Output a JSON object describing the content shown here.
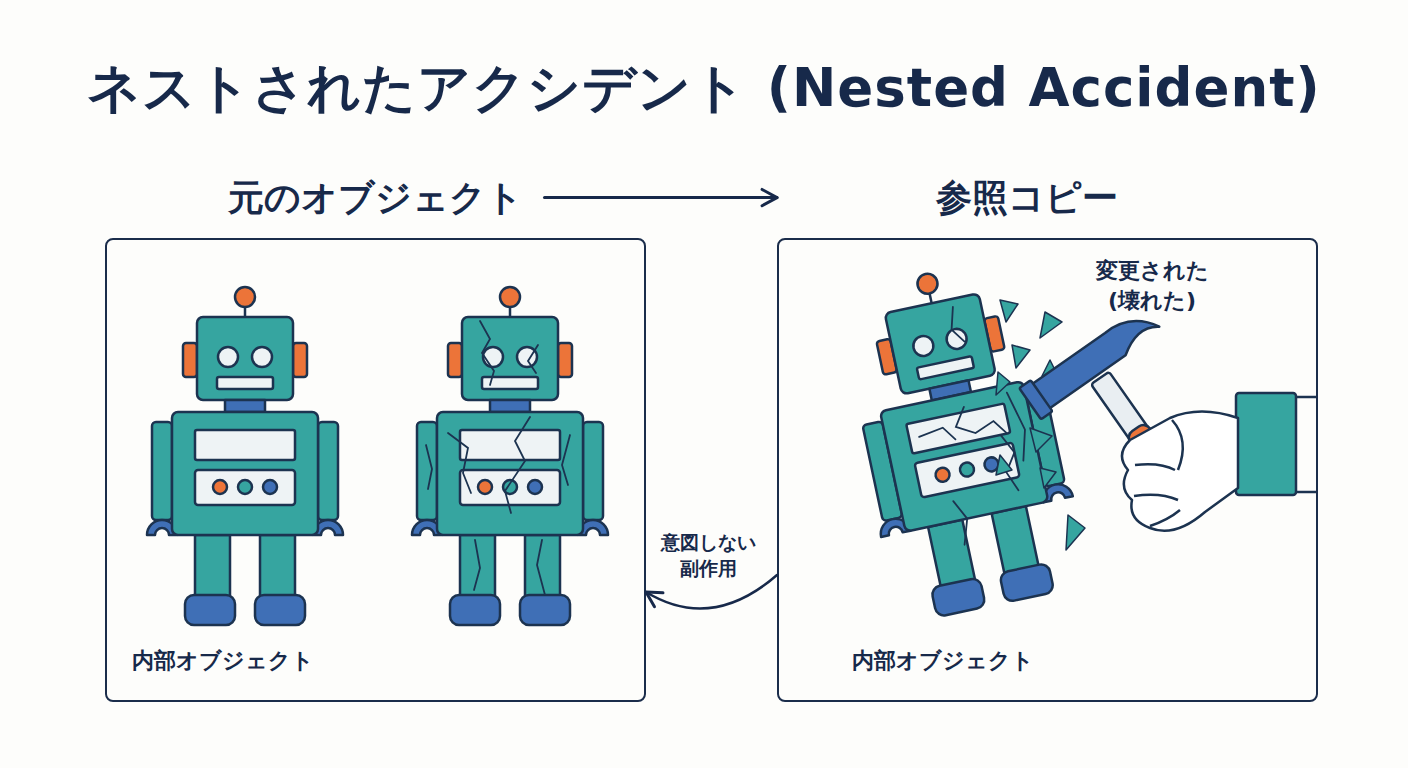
{
  "diagram": {
    "title": "ネストされたアクシデント (Nested Accident)",
    "nodes": [
      {
        "text": [
          "元のオブジェクト",
          "内部オブジェクト"
        ]
      },
      {
        "text": [
          "参照コピー",
          "内部オブジェクト"
        ]
      }
    ],
    "edges": [
      {
        "from": 0,
        "to": 1,
        "arrow": "to"
      },
      {
        "from": 1,
        "to": 0,
        "label": "意図しない 副作用",
        "arrow": "to"
      }
    ],
    "labels": [
      "変更された (壊れた)"
    ]
  }
}
